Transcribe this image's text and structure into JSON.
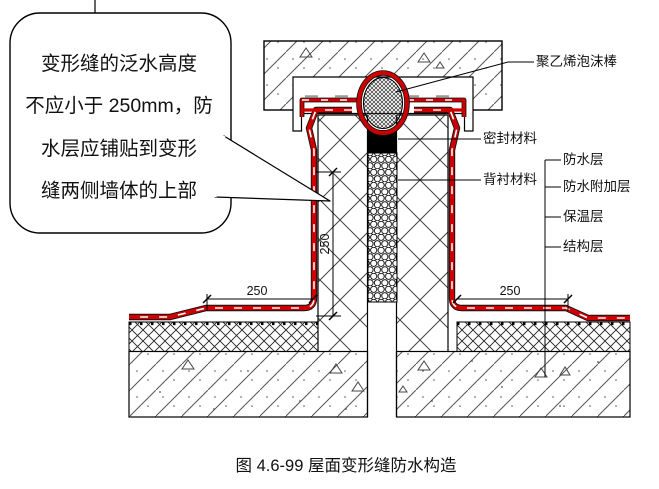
{
  "callout": {
    "line1": "变形缝的泛水高度",
    "line2": "不应小于 250mm，防",
    "line3": "水层应铺贴到变形",
    "line4": "缝两侧墙体的上部"
  },
  "labels": {
    "foam_rod": "聚乙烯泡沫棒",
    "sealant": "密封材料",
    "backing": "背衬材料",
    "waterproof_layer": "防水层",
    "waterproof_additional_layer": "防水附加层",
    "insulation_layer": "保温层",
    "structural_layer": "结构层"
  },
  "dimensions": {
    "flashing_height": "250",
    "left_overlap": "250",
    "right_overlap": "250"
  },
  "caption": "图 4.6-99 屋面变形缝防水构造",
  "colors": {
    "membrane_red": "#cc0000",
    "line_black": "#000000"
  }
}
